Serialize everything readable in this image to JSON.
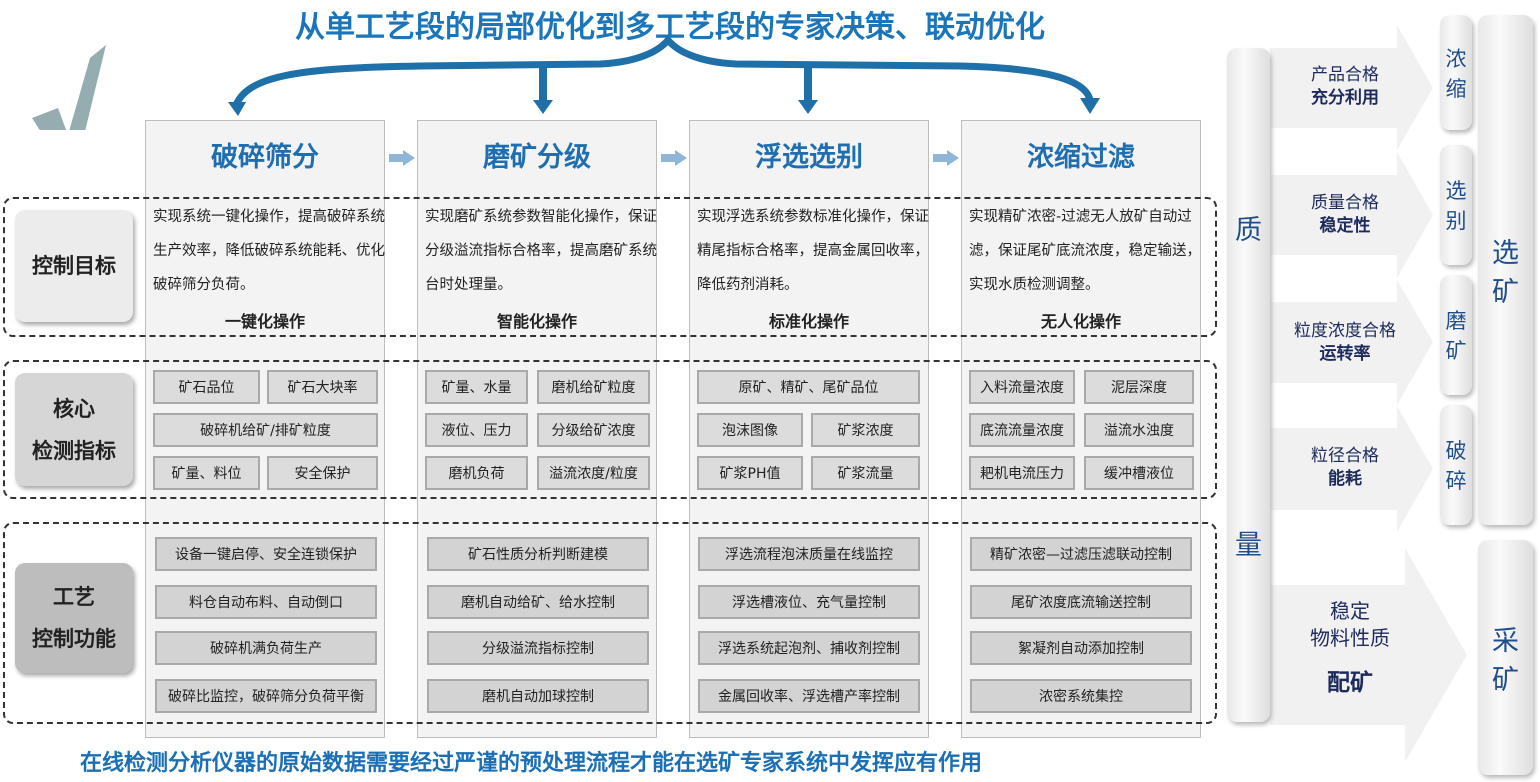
{
  "title": "从单工艺段的局部优化到多工艺段的专家决策、联动优化",
  "columns": [
    {
      "header": "破碎筛分",
      "goal": "实现系统一键化操作，提高破碎系统生产效率，降低破碎系统能耗、优化破碎筛分负荷。",
      "goal_mode": "一键化操作",
      "indicators": [
        "矿石品位",
        "矿石大块率",
        "破碎机给矿/排矿粒度",
        "矿量、料位",
        "安全保护"
      ],
      "functions": [
        "设备一键启停、安全连锁保护",
        "料仓自动布料、自动倒口",
        "破碎机满负荷生产",
        "破碎比监控，破碎筛分负荷平衡"
      ]
    },
    {
      "header": "磨矿分级",
      "goal": "实现磨矿系统参数智能化操作，保证分级溢流指标合格率，提高磨矿系统台时处理量。",
      "goal_mode": "智能化操作",
      "indicators": [
        "矿量、水量",
        "磨机给矿粒度",
        "液位、压力",
        "分级给矿浓度",
        "磨机负荷",
        "溢流浓度/粒度"
      ],
      "functions": [
        "矿石性质分析判断建模",
        "磨机自动给矿、给水控制",
        "分级溢流指标控制",
        "磨机自动加球控制"
      ]
    },
    {
      "header": "浮选选别",
      "goal": "实现浮选系统参数标准化操作，保证精尾指标合格率，提高金属回收率，降低药剂消耗。",
      "goal_mode": "标准化操作",
      "indicators": [
        "原矿、精矿、尾矿品位",
        "泡沫图像",
        "矿浆浓度",
        "矿浆PH值",
        "矿浆流量"
      ],
      "functions": [
        "浮选流程泡沫质量在线监控",
        "浮选槽液位、充气量控制",
        "浮选系统起泡剂、捕收剂控制",
        "金属回收率、浮选槽产率控制"
      ]
    },
    {
      "header": "浓缩过滤",
      "goal": "实现精矿浓密-过滤无人放矿自动过滤，保证尾矿底流浓度，稳定输送，实现水质检测调整。",
      "goal_mode": "无人化操作",
      "indicators": [
        "入料流量浓度",
        "泥层深度",
        "底流流量浓度",
        "溢流水浊度",
        "耙机电流压力",
        "缓冲槽液位"
      ],
      "functions": [
        "精矿浓密—过滤压滤联动控制",
        "尾矿浓度底流输送控制",
        "絮凝剂自动添加控制",
        "浓密系统集控"
      ]
    }
  ],
  "row_labels": {
    "goal": "控制目标",
    "indicator_1": "核心",
    "indicator_2": "检测指标",
    "function_1": "工艺",
    "function_2": "控制功能"
  },
  "bottom_note": "在线检测分析仪器的原始数据需要经过严谨的预处理流程才能在选矿专家系统中发挥应有作用",
  "right": {
    "quality_1": "质",
    "quality_2": "量",
    "arrows": [
      {
        "top": "产品合格",
        "bold": "充分利用"
      },
      {
        "top": "质量合格",
        "bold": "稳定性"
      },
      {
        "top": "粒度浓度合格",
        "bold": "运转率"
      },
      {
        "top": "粒径合格",
        "bold": "能耗"
      }
    ],
    "mining_arrow": {
      "line1": "稳定",
      "line2": "物料性质",
      "bold": "配矿"
    },
    "stages": [
      [
        "浓",
        "缩"
      ],
      [
        "选",
        "别"
      ],
      [
        "磨",
        "矿"
      ],
      [
        "破",
        "碎"
      ]
    ],
    "dressing": [
      "选",
      "矿"
    ],
    "mining": [
      "采",
      "矿"
    ]
  }
}
